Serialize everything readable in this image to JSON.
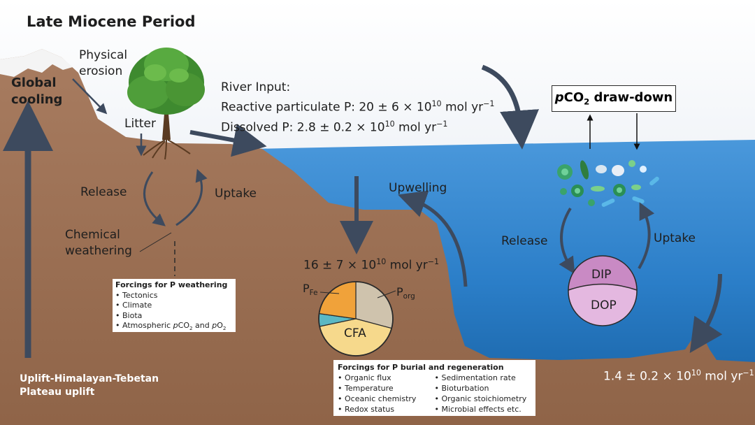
{
  "title": "Late Miocene Period",
  "global_cooling": "Global cooling",
  "physical_erosion": "Physical erosion",
  "litter": "Litter",
  "river_input": {
    "heading": "River Input:",
    "reactive_label": "Reactive particulate P: ",
    "reactive_value": "20 ± 6 × 10",
    "reactive_exp": "10",
    "reactive_unit": " mol yr",
    "reactive_unit_exp": "−1",
    "dissolved_label": "Dissolved P: ",
    "dissolved_value": "2.8 ± 0.2 × 10",
    "dissolved_exp": "10",
    "dissolved_unit": " mol yr",
    "dissolved_unit_exp": "−1"
  },
  "land_cycle": {
    "release": "Release",
    "uptake": "Uptake",
    "chemical_weathering": "Chemical weathering"
  },
  "upwelling": "Upwelling",
  "burial_flux": {
    "value": "16 ± 7 × 10",
    "exp": "10",
    "unit": " mol yr",
    "unit_exp": "−1"
  },
  "pie": {
    "pfe_main": "P",
    "pfe_sub": "Fe",
    "porg_main": "P",
    "porg_sub": "org",
    "cfa": "CFA",
    "colors": {
      "pfe": "#f0a23a",
      "porg": "#cfc3ad",
      "cfa": "#f6d98c",
      "teal": "#5ab8c4"
    }
  },
  "pco2": {
    "main": "CO",
    "sub": "2",
    "prefix": "p",
    "suffix": " draw-down"
  },
  "ocean_cycle": {
    "release": "Release",
    "uptake": "Uptake",
    "dip": "DIP",
    "dop": "DOP"
  },
  "outflow": {
    "value": "1.4 ± 0.2 × 10",
    "exp": "10",
    "unit": " mol yr",
    "unit_exp": "−1"
  },
  "uplift": {
    "line1": "Uplift-Himalayan-Tebetan",
    "line2": "Plateau uplift"
  },
  "weathering_forcings": {
    "heading": "Forcings for P weathering",
    "items": [
      "Tectonics",
      "Climate",
      "Biota"
    ],
    "last_prefix": "Atmospheric ",
    "last_p1": "p",
    "last_co": "CO",
    "last_co_sub": "2",
    "last_and": " and ",
    "last_p2": "p",
    "last_o": "O",
    "last_o_sub": "2"
  },
  "burial_forcings": {
    "heading": "Forcings for P burial and regeneration",
    "left": [
      "Organic flux",
      "Temperature",
      "Oceanic chemistry",
      "Redox status"
    ],
    "right": [
      "Sedimentation rate",
      "Bioturbation",
      "Organic stoichiometry",
      "Microbial effects etc."
    ]
  },
  "colors": {
    "sky": "#dfe6f0",
    "land": "#9e7358",
    "ocean_top": "#3c8fd6",
    "ocean_deep": "#15609f",
    "arrow": "#3d4a5e"
  }
}
